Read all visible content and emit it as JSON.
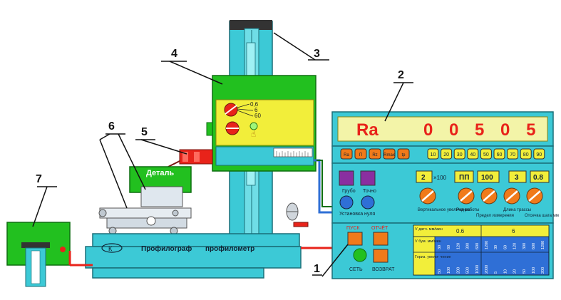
{
  "callouts": [
    "1",
    "2",
    "3",
    "4",
    "5",
    "6",
    "7"
  ],
  "display": {
    "param": "Ra",
    "value": "0 0 5 0 5"
  },
  "param_buttons": [
    "Ra",
    "П",
    "Rz",
    "Rmax",
    "tp"
  ],
  "range_buttons": [
    "10",
    "20",
    "30",
    "40",
    "50",
    "60",
    "70",
    "80",
    "90"
  ],
  "controls": {
    "magnif_value": "2",
    "magnif_mult": "×100",
    "pp_label": "ПП",
    "limit_value": "100",
    "trace_value": "3",
    "cutoff_value": "0.8",
    "coarse_label": "Грубо",
    "fine_label": "Точно",
    "zero_label": "Установка нуля",
    "knob_labels": {
      "vert": "Вертикальное увеличение",
      "mode": "Род работы",
      "limit": "Предел измерения",
      "trace": "Длина трассы",
      "cutoff": "Отсечка шага мм"
    }
  },
  "bottom_panel": {
    "start": "ПУСК",
    "report": "ОТЧЁТ",
    "power": "СЕТЬ",
    "return": "ВОЗВРАТ",
    "table": {
      "row1_label": "V датч. мм/мин",
      "speed_groups": [
        "0.6",
        "6"
      ],
      "row2_label": "V бум. мм/мин",
      "row2_values": [
        "30",
        "60",
        "120",
        "300",
        "600",
        "1200",
        "30",
        "60",
        "120",
        "300",
        "600",
        "1200"
      ],
      "row3_label": "Гориз. увели- чение",
      "row3_values": [
        "50",
        "100",
        "200",
        "500",
        "1000",
        "2000",
        "5",
        "10",
        "20",
        "50",
        "100",
        "200"
      ]
    }
  },
  "unit4": {
    "scale_values": [
      "0,6",
      "6",
      "60"
    ]
  },
  "detail_label": "Деталь",
  "base": {
    "logo": "К",
    "title_left": "Профилограф",
    "title_right": "профилометр"
  },
  "colors": {
    "green": "#22c01f",
    "cyan": "#3cc9d6",
    "panel_blue": "#2f6fd6",
    "yellow": "#f2ee3a",
    "display_bg": "#f3f4a8",
    "red_digits": "#e8231a"
  }
}
